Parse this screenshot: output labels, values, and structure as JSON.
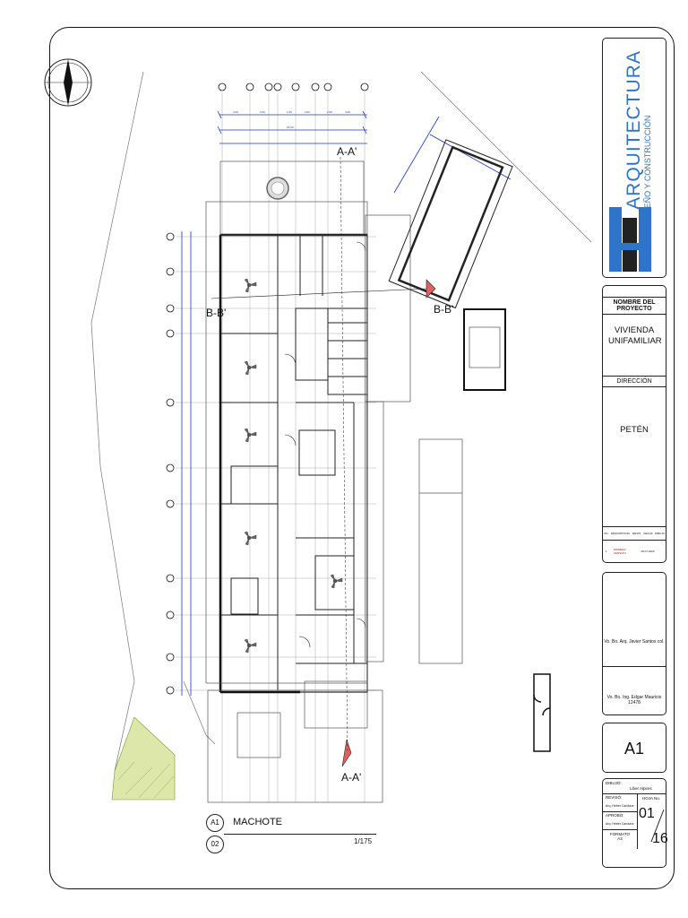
{
  "sheet": {
    "firm": {
      "name": "ARQUITECTURA",
      "tagline": "DISEÑO Y CONSTRUCCIÓN",
      "accent": "#2e74c9"
    },
    "project_label": "NOMBRE DEL PROYECTO",
    "project_name": "VIVIENDA UNIFAMILIAR",
    "address_label": "DIRECCIÓN",
    "address": "PETÉN",
    "revisions": {
      "headers": [
        "NO.",
        "DESCRIPCION",
        "REVIS",
        "FECHA",
        "DIBUJO"
      ],
      "row": [
        "1",
        "PRIMERA VERSIÓN",
        "",
        "28.07.2020",
        ""
      ]
    },
    "approval_1": "Vo. Bo. Arq. Javier Santos col.",
    "approval_2": "Vo. Bo. Ing. Edgar Mauricio 12478",
    "sheet_code": "A1",
    "drawn_label": "DIBUJÓ:",
    "drawn_by": "Liber Alpires",
    "reviewed_label": "REVISÓ:",
    "reviewed_by": "Arq. Heber Cardona",
    "approved_label": "APROBÓ:",
    "approved_by": "Arq. Heber Cardona",
    "page_label": "HOJA No.",
    "page": "01",
    "total": "16",
    "format_label": "FORMATO",
    "format": "A3"
  },
  "drawing": {
    "title_ref_top": "A1",
    "title_ref_bottom": "02",
    "title": "MACHOTE",
    "scale": "1/175",
    "section_aa": "A-A'",
    "section_bb": "B-B'",
    "colors": {
      "dims": "#1a35d6",
      "lines": "#222222",
      "hatch": "#7a9a2a",
      "section": "#e06060"
    }
  }
}
